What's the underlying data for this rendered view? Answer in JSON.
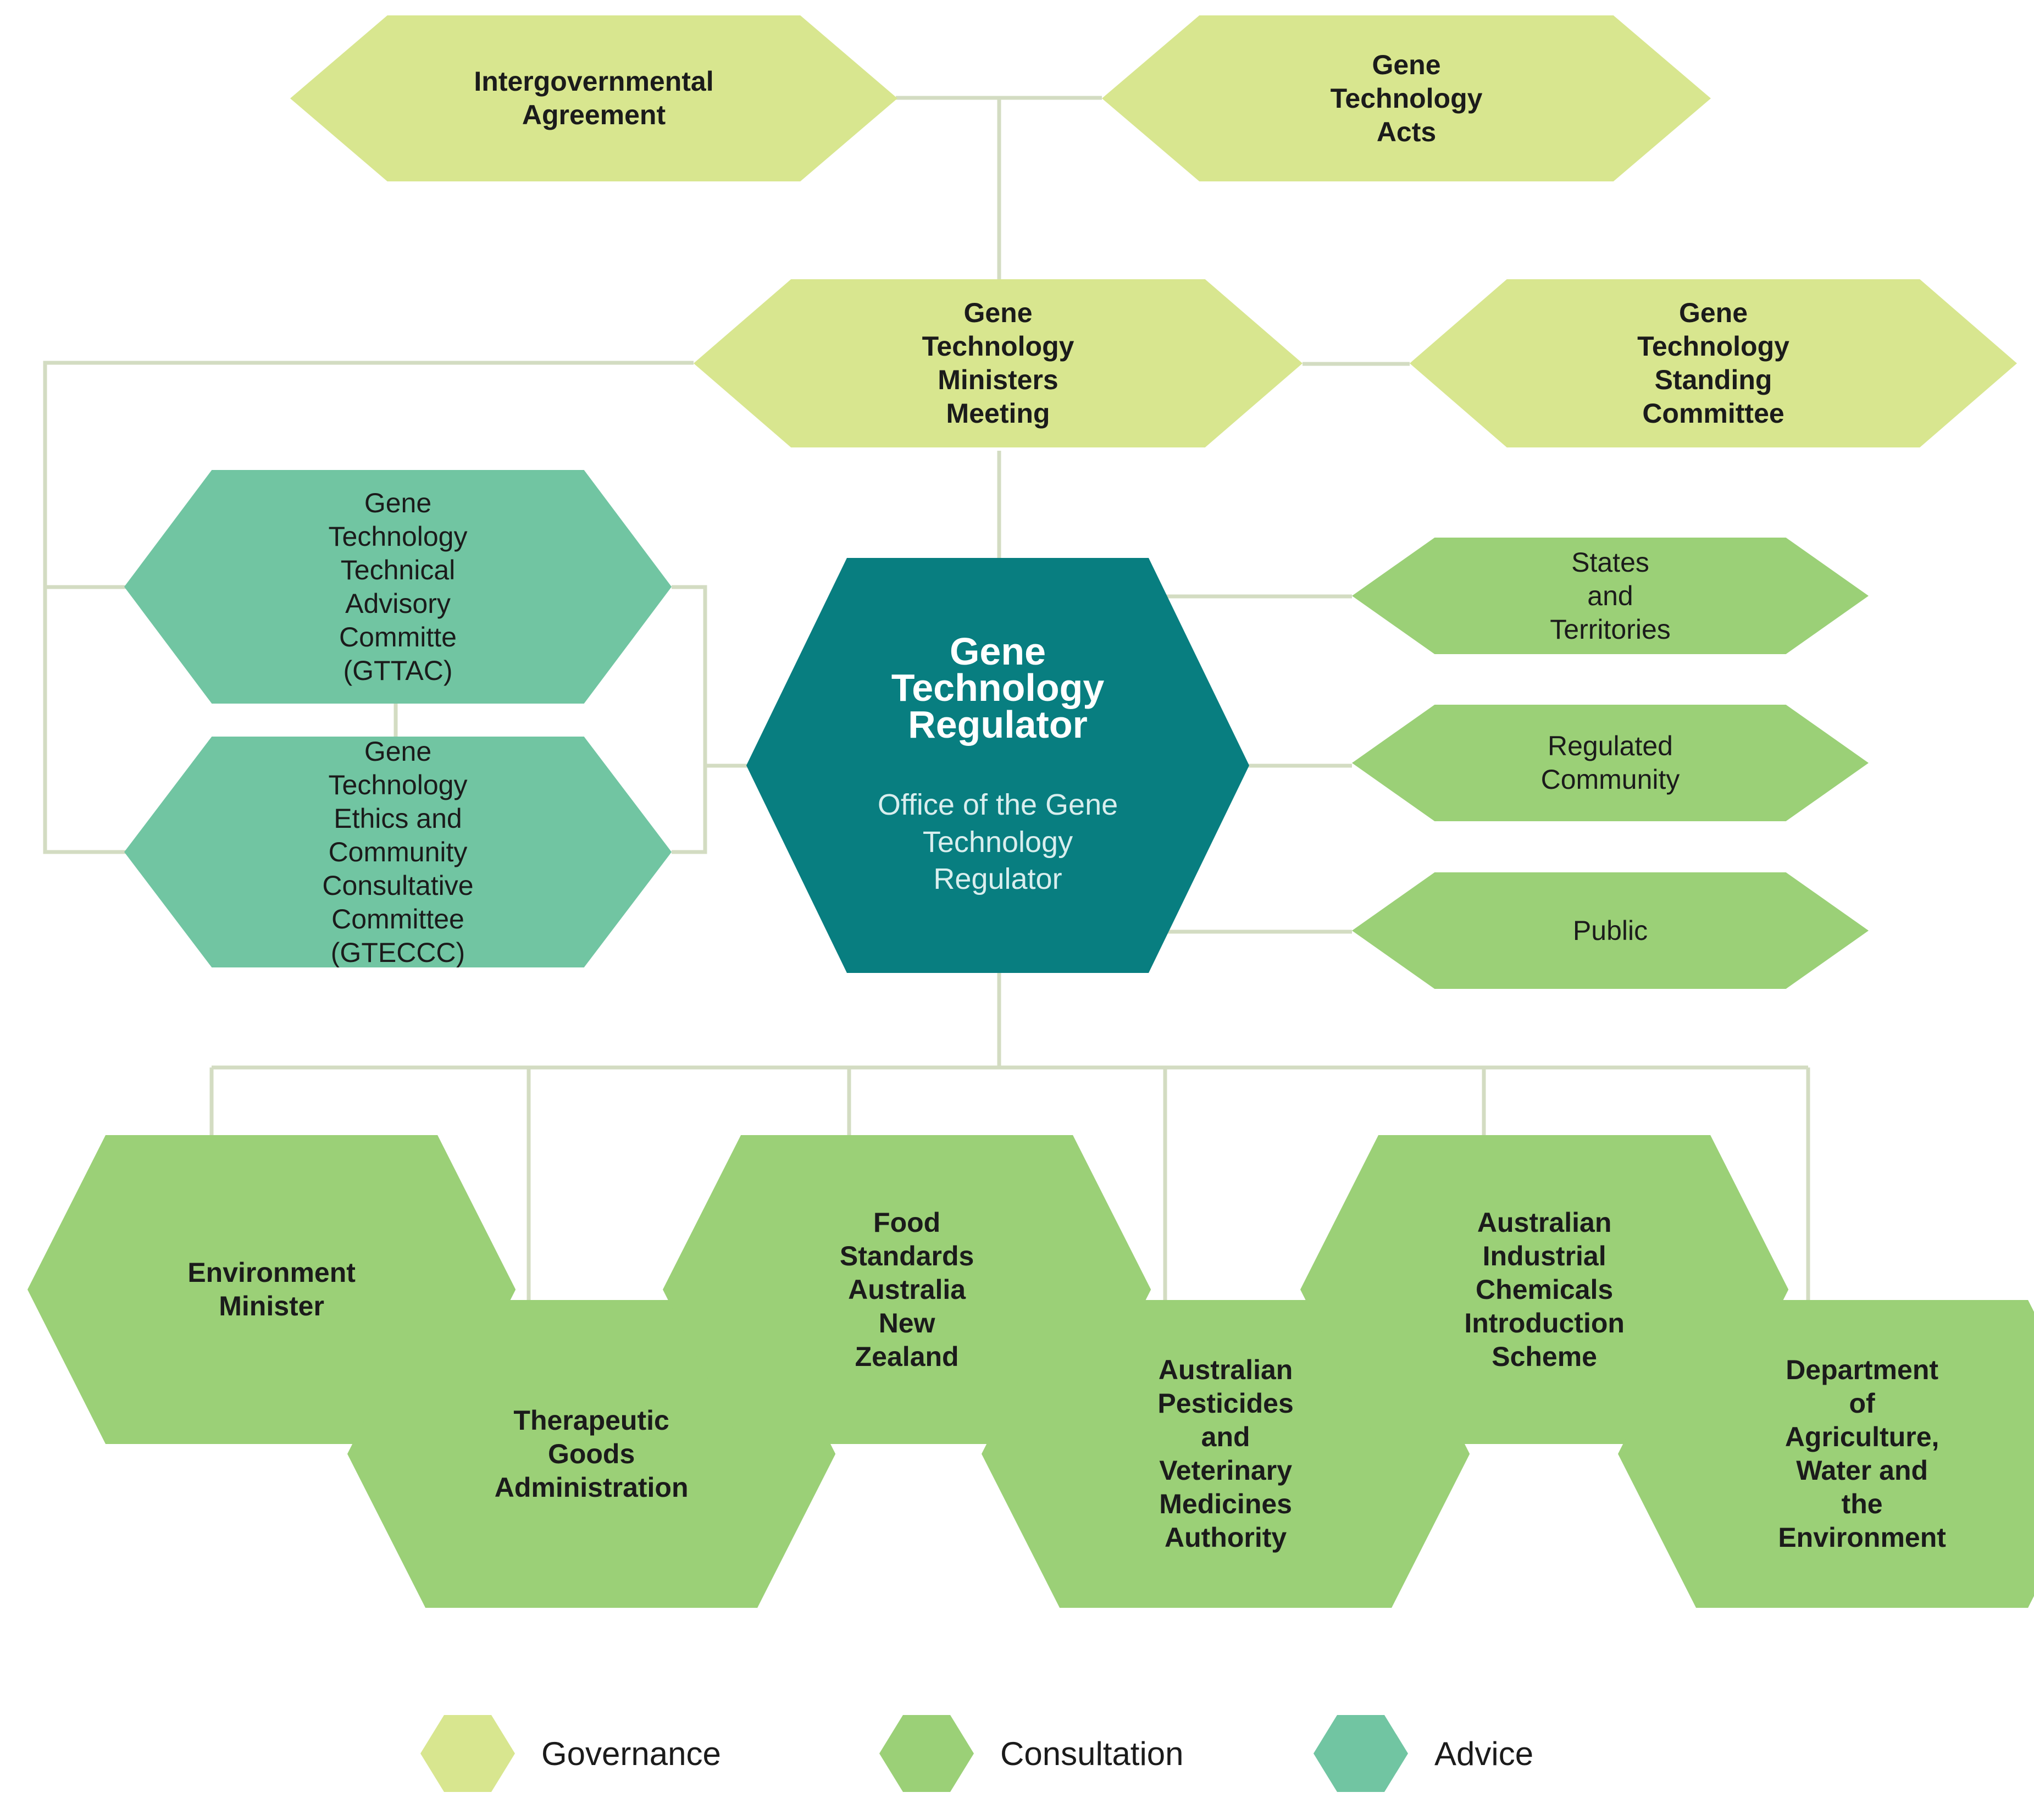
{
  "nodes": {
    "intergovernmental_agreement": "Intergovernmental\nAgreement",
    "gene_technology_acts": "Gene Technology Acts",
    "ministers_meeting": "Gene Technology\nMinisters Meeting",
    "standing_committee": "Gene Technology\nStanding Committee",
    "gttac": "Gene Technology\nTechnical Advisory\nCommitte (GTTAC)",
    "gteccc": "Gene Technology\nEthics and Community\nConsultative Committee\n(GTECCC)",
    "regulator_title": "Gene\nTechnology\nRegulator",
    "regulator_subtitle": "Office of the Gene\nTechnology\nRegulator",
    "states_territories": "States and Territories",
    "regulated_community": "Regulated Community",
    "public": "Public",
    "environment_minister": "Environment\nMinister",
    "therapeutic_goods": "Therapeutic\nGoods\nAdministration",
    "food_standards": "Food\nStandards\nAustralia\nNew Zealand",
    "apvma": "Australian\nPesticides\nand Veterinary\nMedicines\nAuthority",
    "aicis": "Australian\nIndustrial\nChemicals\nIntroduction\nScheme",
    "dawe": "Department\nof Agriculture,\nWater and the\nEnvironment"
  },
  "legend": [
    {
      "label": "Governance",
      "color": "#d8e68f"
    },
    {
      "label": "Consultation",
      "color": "#9bd077"
    },
    {
      "label": "Advice",
      "color": "#71c5a2"
    }
  ],
  "colors": {
    "governance": "#d8e68f",
    "consultation": "#9bd077",
    "advice": "#71c5a2",
    "regulator": "#087e80",
    "connector": "#d3dcc2"
  }
}
